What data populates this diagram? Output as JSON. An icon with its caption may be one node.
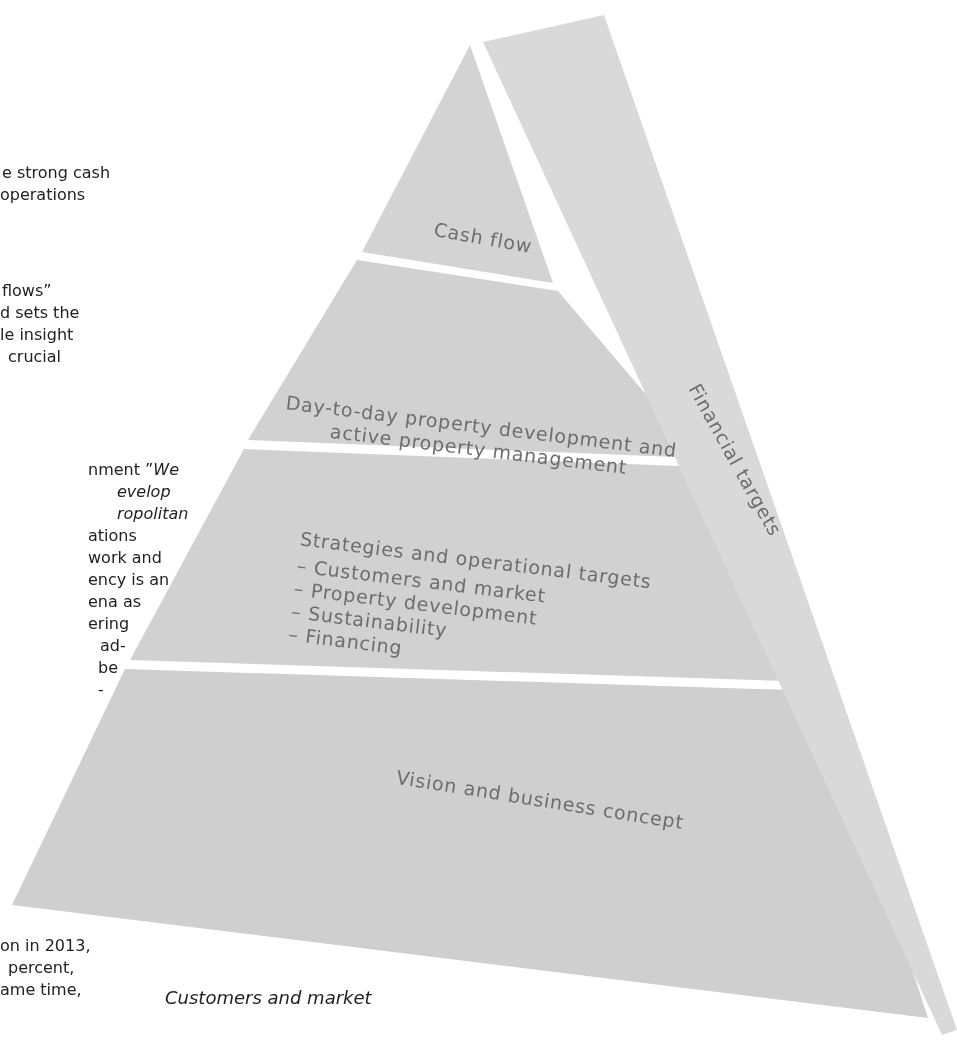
{
  "diagram": {
    "nodes": [
      {
        "text": [
          "Cash flow"
        ]
      },
      {
        "text": [
          "Day-to-day property development and active property management"
        ]
      },
      {
        "text": [
          "Strategies and operational targets",
          "– Customers and market",
          "– Property development",
          "– Sustainability",
          "– Financing"
        ]
      },
      {
        "text": [
          "Vision and business concept"
        ]
      },
      {
        "text": [
          "Financial targets"
        ]
      }
    ],
    "labels": [
      "e strong cash",
      "operations",
      "flows”",
      "d sets the",
      "le insight",
      "crucial",
      "nment ”*We*",
      "*evelop*",
      "*ropolitan*",
      "ations",
      "work and",
      "ency is an",
      "ena as",
      "ering",
      "ad-",
      "be",
      "-",
      "on in 2013,",
      "percent,",
      "ame time,",
      "Customers and market"
    ]
  }
}
